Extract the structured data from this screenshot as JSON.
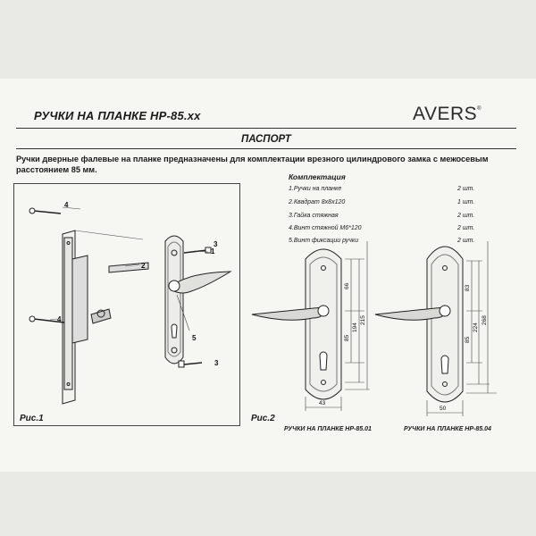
{
  "header": {
    "title": "РУЧКИ НА ПЛАНКЕ НР-85.хх",
    "brand": "AVERS",
    "brand_mark": "®"
  },
  "passport": "ПАСПОРТ",
  "description": "Ручки дверные фалевые на планке предназначены для комплектации врезного цилиндрового замка с межосевым расстоянием 85 мм.",
  "figure1": {
    "caption": "Рис.1",
    "callouts": [
      "1",
      "2",
      "3",
      "4",
      "4",
      "3",
      "5"
    ]
  },
  "figure2": {
    "caption": "Рис.2",
    "dims_left": {
      "width": "43",
      "d1": "66",
      "d2": "85",
      "d3": "194",
      "d4": "215"
    },
    "dims_right": {
      "width": "50",
      "d1": "83",
      "d2": "85",
      "d3": "224",
      "d4": "268"
    },
    "model_left": "РУЧКИ НА ПЛАНКЕ НР-85.01",
    "model_right": "РУЧКИ НА ПЛАНКЕ НР-85.04"
  },
  "kit": {
    "title": "Комплектация",
    "items": [
      {
        "name": "1.Ручки на планке",
        "qty": "2 шт."
      },
      {
        "name": "2.Квадрат 8х8х120",
        "qty": "1 шт."
      },
      {
        "name": "3.Гайка стяжная",
        "qty": "2 шт."
      },
      {
        "name": "4.Винт стяжной  М6*120",
        "qty": "2 шт."
      },
      {
        "name": "5.Винт фиксации ручки",
        "qty": "2 шт."
      }
    ]
  }
}
